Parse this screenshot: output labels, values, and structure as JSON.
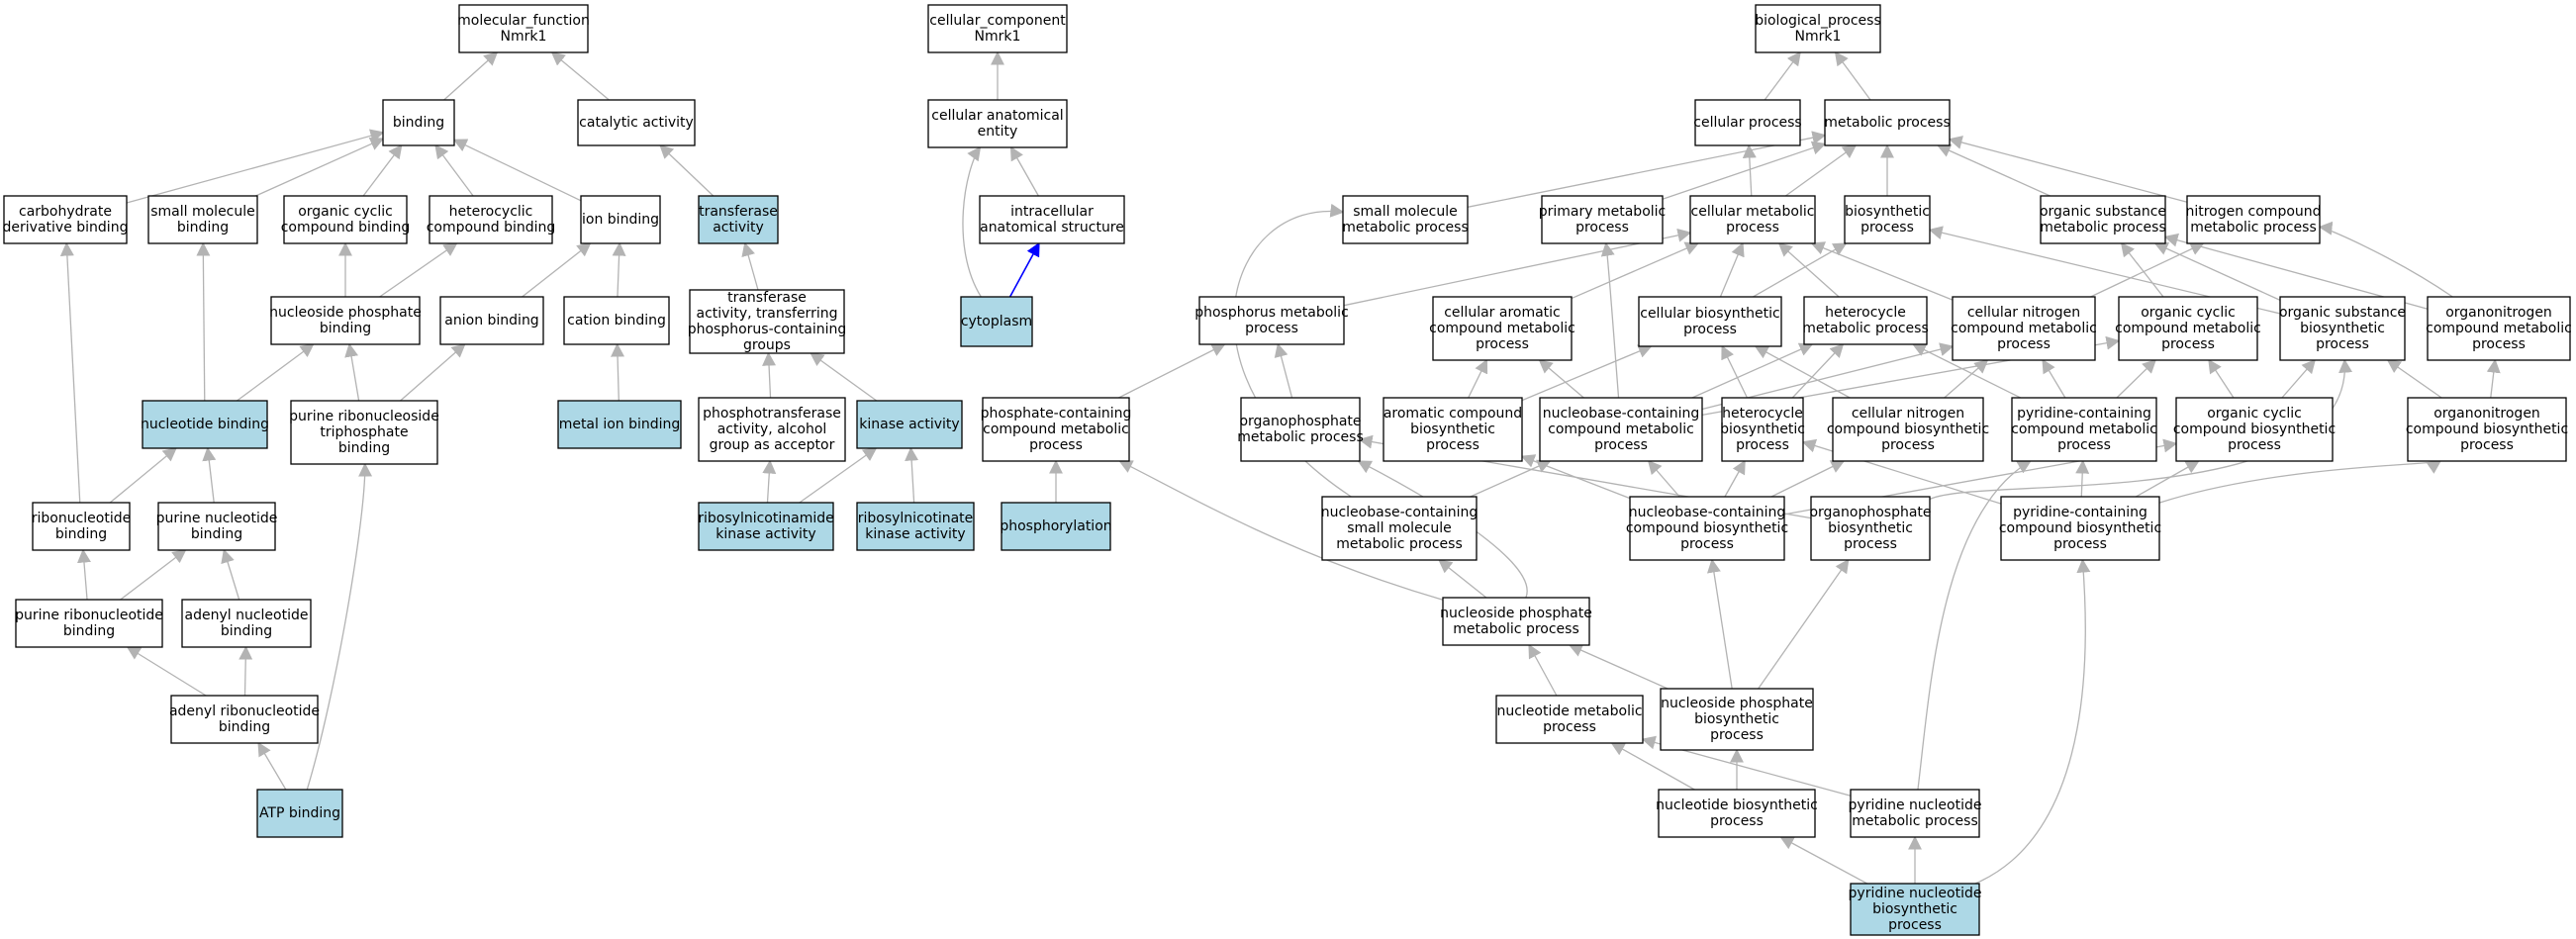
{
  "colors": {
    "highlight": "#add8e6",
    "edge_default": "#b3b3b3",
    "edge_special": "#0000ff",
    "node_border": "#000000",
    "background": "#ffffff"
  },
  "nodes": [
    {
      "id": "mf_root",
      "lines": [
        "molecular_function",
        "Nmrk1"
      ],
      "highlighted": false
    },
    {
      "id": "cc_root",
      "lines": [
        "cellular_component",
        "Nmrk1"
      ],
      "highlighted": false
    },
    {
      "id": "bp_root",
      "lines": [
        "biological_process",
        "Nmrk1"
      ],
      "highlighted": false
    },
    {
      "id": "binding",
      "lines": [
        "binding"
      ],
      "highlighted": false
    },
    {
      "id": "catalytic",
      "lines": [
        "catalytic activity"
      ],
      "highlighted": false
    },
    {
      "id": "cae",
      "lines": [
        "cellular anatomical",
        "entity"
      ],
      "highlighted": false
    },
    {
      "id": "cellular_process",
      "lines": [
        "cellular process"
      ],
      "highlighted": false
    },
    {
      "id": "metabolic_process",
      "lines": [
        "metabolic process"
      ],
      "highlighted": false
    },
    {
      "id": "carb_deriv",
      "lines": [
        "carbohydrate",
        "derivative binding"
      ],
      "highlighted": false
    },
    {
      "id": "small_mol_binding",
      "lines": [
        "small molecule",
        "binding"
      ],
      "highlighted": false
    },
    {
      "id": "org_cyc_binding",
      "lines": [
        "organic cyclic",
        "compound binding"
      ],
      "highlighted": false
    },
    {
      "id": "hetero_binding",
      "lines": [
        "heterocyclic",
        "compound binding"
      ],
      "highlighted": false
    },
    {
      "id": "ion_binding",
      "lines": [
        "ion binding"
      ],
      "highlighted": false
    },
    {
      "id": "transferase",
      "lines": [
        "transferase",
        "activity"
      ],
      "highlighted": true
    },
    {
      "id": "intracellular",
      "lines": [
        "intracellular",
        "anatomical structure"
      ],
      "highlighted": false
    },
    {
      "id": "small_mol_met",
      "lines": [
        "small molecule",
        "metabolic process"
      ],
      "highlighted": false
    },
    {
      "id": "primary_met",
      "lines": [
        "primary metabolic",
        "process"
      ],
      "highlighted": false
    },
    {
      "id": "cell_met",
      "lines": [
        "cellular metabolic",
        "process"
      ],
      "highlighted": false
    },
    {
      "id": "biosynthetic",
      "lines": [
        "biosynthetic",
        "process"
      ],
      "highlighted": false
    },
    {
      "id": "org_sub_met",
      "lines": [
        "organic substance",
        "metabolic process"
      ],
      "highlighted": false
    },
    {
      "id": "nitro_met",
      "lines": [
        "nitrogen compound",
        "metabolic process"
      ],
      "highlighted": false
    },
    {
      "id": "nuc_phos_binding",
      "lines": [
        "nucleoside phosphate",
        "binding"
      ],
      "highlighted": false
    },
    {
      "id": "anion_binding",
      "lines": [
        "anion binding"
      ],
      "highlighted": false
    },
    {
      "id": "cation_binding",
      "lines": [
        "cation binding"
      ],
      "highlighted": false
    },
    {
      "id": "transferase_phos",
      "lines": [
        "transferase",
        "activity, transferring",
        "phosphorus-containing",
        "groups"
      ],
      "highlighted": false
    },
    {
      "id": "cytoplasm",
      "lines": [
        "cytoplasm"
      ],
      "highlighted": true
    },
    {
      "id": "phosphorus_met",
      "lines": [
        "phosphorus metabolic",
        "process"
      ],
      "highlighted": false
    },
    {
      "id": "cell_arom_met",
      "lines": [
        "cellular aromatic",
        "compound metabolic",
        "process"
      ],
      "highlighted": false
    },
    {
      "id": "cell_bios",
      "lines": [
        "cellular biosynthetic",
        "process"
      ],
      "highlighted": false
    },
    {
      "id": "hetero_met",
      "lines": [
        "heterocycle",
        "metabolic process"
      ],
      "highlighted": false
    },
    {
      "id": "cell_nitro_met",
      "lines": [
        "cellular nitrogen",
        "compound metabolic",
        "process"
      ],
      "highlighted": false
    },
    {
      "id": "org_cyc_met",
      "lines": [
        "organic cyclic",
        "compound metabolic",
        "process"
      ],
      "highlighted": false
    },
    {
      "id": "org_sub_bios",
      "lines": [
        "organic substance",
        "biosynthetic",
        "process"
      ],
      "highlighted": false
    },
    {
      "id": "organonitro_met",
      "lines": [
        "organonitrogen",
        "compound metabolic",
        "process"
      ],
      "highlighted": false
    },
    {
      "id": "nucleotide_binding",
      "lines": [
        "nucleotide binding"
      ],
      "highlighted": true
    },
    {
      "id": "purine_rnt_tri",
      "lines": [
        "purine ribonucleoside",
        "triphosphate",
        "binding"
      ],
      "highlighted": false
    },
    {
      "id": "metal_ion",
      "lines": [
        "metal ion binding"
      ],
      "highlighted": true
    },
    {
      "id": "phosphotransferase",
      "lines": [
        "phosphotransferase",
        "activity, alcohol",
        "group as acceptor"
      ],
      "highlighted": false
    },
    {
      "id": "kinase",
      "lines": [
        "kinase activity"
      ],
      "highlighted": true
    },
    {
      "id": "phosphate_cont",
      "lines": [
        "phosphate-containing",
        "compound metabolic",
        "process"
      ],
      "highlighted": false
    },
    {
      "id": "organophos_met",
      "lines": [
        "organophosphate",
        "metabolic process"
      ],
      "highlighted": false
    },
    {
      "id": "arom_bios",
      "lines": [
        "aromatic compound",
        "biosynthetic",
        "process"
      ],
      "highlighted": false
    },
    {
      "id": "nucbase_met",
      "lines": [
        "nucleobase-containing",
        "compound metabolic",
        "process"
      ],
      "highlighted": false
    },
    {
      "id": "hetero_bios",
      "lines": [
        "heterocycle",
        "biosynthetic",
        "process"
      ],
      "highlighted": false
    },
    {
      "id": "cell_nitro_bios",
      "lines": [
        "cellular nitrogen",
        "compound biosynthetic",
        "process"
      ],
      "highlighted": false
    },
    {
      "id": "pyr_cont_met",
      "lines": [
        "pyridine-containing",
        "compound metabolic",
        "process"
      ],
      "highlighted": false
    },
    {
      "id": "org_cyc_bios",
      "lines": [
        "organic cyclic",
        "compound biosynthetic",
        "process"
      ],
      "highlighted": false
    },
    {
      "id": "organonitro_bios",
      "lines": [
        "organonitrogen",
        "compound biosynthetic",
        "process"
      ],
      "highlighted": false
    },
    {
      "id": "ribonucleotide",
      "lines": [
        "ribonucleotide",
        "binding"
      ],
      "highlighted": false
    },
    {
      "id": "purine_nt",
      "lines": [
        "purine nucleotide",
        "binding"
      ],
      "highlighted": false
    },
    {
      "id": "rnk",
      "lines": [
        "ribosylnicotinamide",
        "kinase activity"
      ],
      "highlighted": true
    },
    {
      "id": "rnk2",
      "lines": [
        "ribosylnicotinate",
        "kinase activity"
      ],
      "highlighted": true
    },
    {
      "id": "phosphorylation",
      "lines": [
        "phosphorylation"
      ],
      "highlighted": true
    },
    {
      "id": "nucbase_small",
      "lines": [
        "nucleobase-containing",
        "small molecule",
        "metabolic process"
      ],
      "highlighted": false
    },
    {
      "id": "nucbase_bios",
      "lines": [
        "nucleobase-containing",
        "compound biosynthetic",
        "process"
      ],
      "highlighted": false
    },
    {
      "id": "organophos_bios",
      "lines": [
        "organophosphate",
        "biosynthetic",
        "process"
      ],
      "highlighted": false
    },
    {
      "id": "pyr_cont_bios",
      "lines": [
        "pyridine-containing",
        "compound biosynthetic",
        "process"
      ],
      "highlighted": false
    },
    {
      "id": "purine_rnt",
      "lines": [
        "purine ribonucleotide",
        "binding"
      ],
      "highlighted": false
    },
    {
      "id": "adenyl_nt",
      "lines": [
        "adenyl nucleotide",
        "binding"
      ],
      "highlighted": false
    },
    {
      "id": "nuc_phos_met",
      "lines": [
        "nucleoside phosphate",
        "metabolic process"
      ],
      "highlighted": false
    },
    {
      "id": "adenyl_rnt",
      "lines": [
        "adenyl ribonucleotide",
        "binding"
      ],
      "highlighted": false
    },
    {
      "id": "nt_met",
      "lines": [
        "nucleotide metabolic",
        "process"
      ],
      "highlighted": false
    },
    {
      "id": "nuc_phos_bios",
      "lines": [
        "nucleoside phosphate",
        "biosynthetic",
        "process"
      ],
      "highlighted": false
    },
    {
      "id": "atp",
      "lines": [
        "ATP binding"
      ],
      "highlighted": true
    },
    {
      "id": "nt_bios",
      "lines": [
        "nucleotide biosynthetic",
        "process"
      ],
      "highlighted": false
    },
    {
      "id": "pyr_nt_met",
      "lines": [
        "pyridine nucleotide",
        "metabolic process"
      ],
      "highlighted": false
    },
    {
      "id": "pyr_nt_bios",
      "lines": [
        "pyridine nucleotide",
        "biosynthetic",
        "process"
      ],
      "highlighted": true
    }
  ],
  "edges": [
    [
      "binding",
      "mf_root"
    ],
    [
      "catalytic",
      "mf_root"
    ],
    [
      "cae",
      "cc_root"
    ],
    [
      "cellular_process",
      "bp_root"
    ],
    [
      "metabolic_process",
      "bp_root"
    ],
    [
      "carb_deriv",
      "binding"
    ],
    [
      "small_mol_binding",
      "binding"
    ],
    [
      "org_cyc_binding",
      "binding"
    ],
    [
      "hetero_binding",
      "binding"
    ],
    [
      "ion_binding",
      "binding"
    ],
    [
      "transferase",
      "catalytic"
    ],
    [
      "intracellular",
      "cae"
    ],
    [
      "cytoplasm",
      "cae"
    ],
    [
      "small_mol_met",
      "metabolic_process"
    ],
    [
      "primary_met",
      "metabolic_process"
    ],
    [
      "cell_met",
      "metabolic_process"
    ],
    [
      "cell_met",
      "cellular_process"
    ],
    [
      "biosynthetic",
      "metabolic_process"
    ],
    [
      "org_sub_met",
      "metabolic_process"
    ],
    [
      "nitro_met",
      "metabolic_process"
    ],
    [
      "nuc_phos_binding",
      "org_cyc_binding"
    ],
    [
      "nuc_phos_binding",
      "hetero_binding"
    ],
    [
      "anion_binding",
      "ion_binding"
    ],
    [
      "cation_binding",
      "ion_binding"
    ],
    [
      "transferase_phos",
      "transferase"
    ],
    [
      "phosphorus_met",
      "cell_met"
    ],
    [
      "cell_arom_met",
      "cell_met"
    ],
    [
      "cell_bios",
      "cell_met"
    ],
    [
      "cell_bios",
      "biosynthetic"
    ],
    [
      "hetero_met",
      "cell_met"
    ],
    [
      "cell_nitro_met",
      "cell_met"
    ],
    [
      "cell_nitro_met",
      "nitro_met"
    ],
    [
      "org_cyc_met",
      "org_sub_met"
    ],
    [
      "org_sub_bios",
      "org_sub_met"
    ],
    [
      "org_sub_bios",
      "biosynthetic"
    ],
    [
      "organonitro_met",
      "org_sub_met"
    ],
    [
      "organonitro_met",
      "nitro_met"
    ],
    [
      "nucleotide_binding",
      "small_mol_binding"
    ],
    [
      "nucleotide_binding",
      "nuc_phos_binding"
    ],
    [
      "purine_rnt_tri",
      "nuc_phos_binding"
    ],
    [
      "purine_rnt_tri",
      "anion_binding"
    ],
    [
      "metal_ion",
      "cation_binding"
    ],
    [
      "phosphotransferase",
      "transferase_phos"
    ],
    [
      "kinase",
      "transferase_phos"
    ],
    [
      "phosphate_cont",
      "phosphorus_met"
    ],
    [
      "organophos_met",
      "phosphorus_met"
    ],
    [
      "arom_bios",
      "cell_arom_met"
    ],
    [
      "arom_bios",
      "cell_bios"
    ],
    [
      "nucbase_met",
      "cell_arom_met"
    ],
    [
      "nucbase_met",
      "hetero_met"
    ],
    [
      "nucbase_met",
      "cell_nitro_met"
    ],
    [
      "nucbase_met",
      "org_cyc_met"
    ],
    [
      "nucbase_met",
      "primary_met"
    ],
    [
      "hetero_bios",
      "hetero_met"
    ],
    [
      "hetero_bios",
      "cell_bios"
    ],
    [
      "cell_nitro_bios",
      "cell_nitro_met"
    ],
    [
      "cell_nitro_bios",
      "cell_bios"
    ],
    [
      "pyr_cont_met",
      "cell_nitro_met"
    ],
    [
      "pyr_cont_met",
      "hetero_met"
    ],
    [
      "pyr_cont_met",
      "org_cyc_met"
    ],
    [
      "org_cyc_bios",
      "org_cyc_met"
    ],
    [
      "org_cyc_bios",
      "org_sub_bios"
    ],
    [
      "organonitro_bios",
      "organonitro_met"
    ],
    [
      "organonitro_bios",
      "org_sub_bios"
    ],
    [
      "ribonucleotide",
      "nucleotide_binding"
    ],
    [
      "ribonucleotide",
      "carb_deriv"
    ],
    [
      "purine_nt",
      "nucleotide_binding"
    ],
    [
      "rnk",
      "phosphotransferase"
    ],
    [
      "rnk",
      "kinase"
    ],
    [
      "rnk2",
      "kinase"
    ],
    [
      "phosphorylation",
      "phosphate_cont"
    ],
    [
      "nucbase_small",
      "nucbase_met"
    ],
    [
      "nucbase_small",
      "small_mol_met"
    ],
    [
      "nucbase_bios",
      "nucbase_met"
    ],
    [
      "nucbase_bios",
      "arom_bios"
    ],
    [
      "nucbase_bios",
      "hetero_bios"
    ],
    [
      "nucbase_bios",
      "cell_nitro_bios"
    ],
    [
      "nucbase_bios",
      "org_cyc_bios"
    ],
    [
      "organophos_bios",
      "organophos_met"
    ],
    [
      "organophos_bios",
      "org_sub_bios"
    ],
    [
      "pyr_cont_bios",
      "pyr_cont_met"
    ],
    [
      "pyr_cont_bios",
      "hetero_bios"
    ],
    [
      "pyr_cont_bios",
      "org_cyc_bios"
    ],
    [
      "pyr_cont_bios",
      "organonitro_bios"
    ],
    [
      "purine_rnt",
      "ribonucleotide"
    ],
    [
      "purine_rnt",
      "purine_nt"
    ],
    [
      "adenyl_nt",
      "purine_nt"
    ],
    [
      "nuc_phos_met",
      "nucbase_small"
    ],
    [
      "nuc_phos_met",
      "phosphate_cont"
    ],
    [
      "nuc_phos_met",
      "organophos_met"
    ],
    [
      "adenyl_rnt",
      "purine_rnt"
    ],
    [
      "adenyl_rnt",
      "adenyl_nt"
    ],
    [
      "nt_met",
      "nuc_phos_met"
    ],
    [
      "nuc_phos_bios",
      "nuc_phos_met"
    ],
    [
      "nuc_phos_bios",
      "nucbase_bios"
    ],
    [
      "nuc_phos_bios",
      "organophos_bios"
    ],
    [
      "atp",
      "adenyl_rnt"
    ],
    [
      "atp",
      "purine_rnt_tri"
    ],
    [
      "nt_bios",
      "nt_met"
    ],
    [
      "nt_bios",
      "nuc_phos_bios"
    ],
    [
      "pyr_nt_met",
      "nt_met"
    ],
    [
      "pyr_nt_met",
      "pyr_cont_met"
    ],
    [
      "pyr_nt_bios",
      "nt_bios"
    ],
    [
      "pyr_nt_bios",
      "pyr_nt_met"
    ],
    [
      "pyr_nt_bios",
      "pyr_cont_bios"
    ],
    [
      "cytoplasm",
      "intracellular",
      "special"
    ]
  ]
}
